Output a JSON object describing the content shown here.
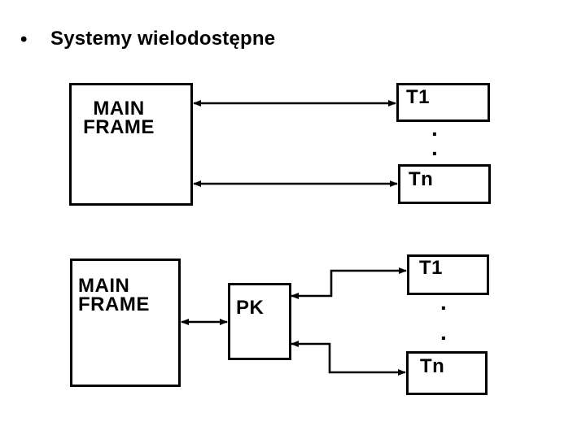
{
  "slide": {
    "title": "Systemy wielodostępne",
    "bullet": "•"
  },
  "diagram1": {
    "mainframe_label": "MAIN\nFRAME",
    "terminal_top_label": "T1",
    "terminal_bottom_label": "Tn",
    "ellipsis_top": ".",
    "ellipsis_bottom": "."
  },
  "diagram2": {
    "mainframe_label": "MAIN\nFRAME",
    "concentrator_label": "PK",
    "terminal_top_label": "T1",
    "terminal_bottom_label": "Tn",
    "ellipsis_top": ".",
    "ellipsis_bottom": "."
  },
  "colors": {
    "foreground": "#000000",
    "background": "#ffffff"
  }
}
